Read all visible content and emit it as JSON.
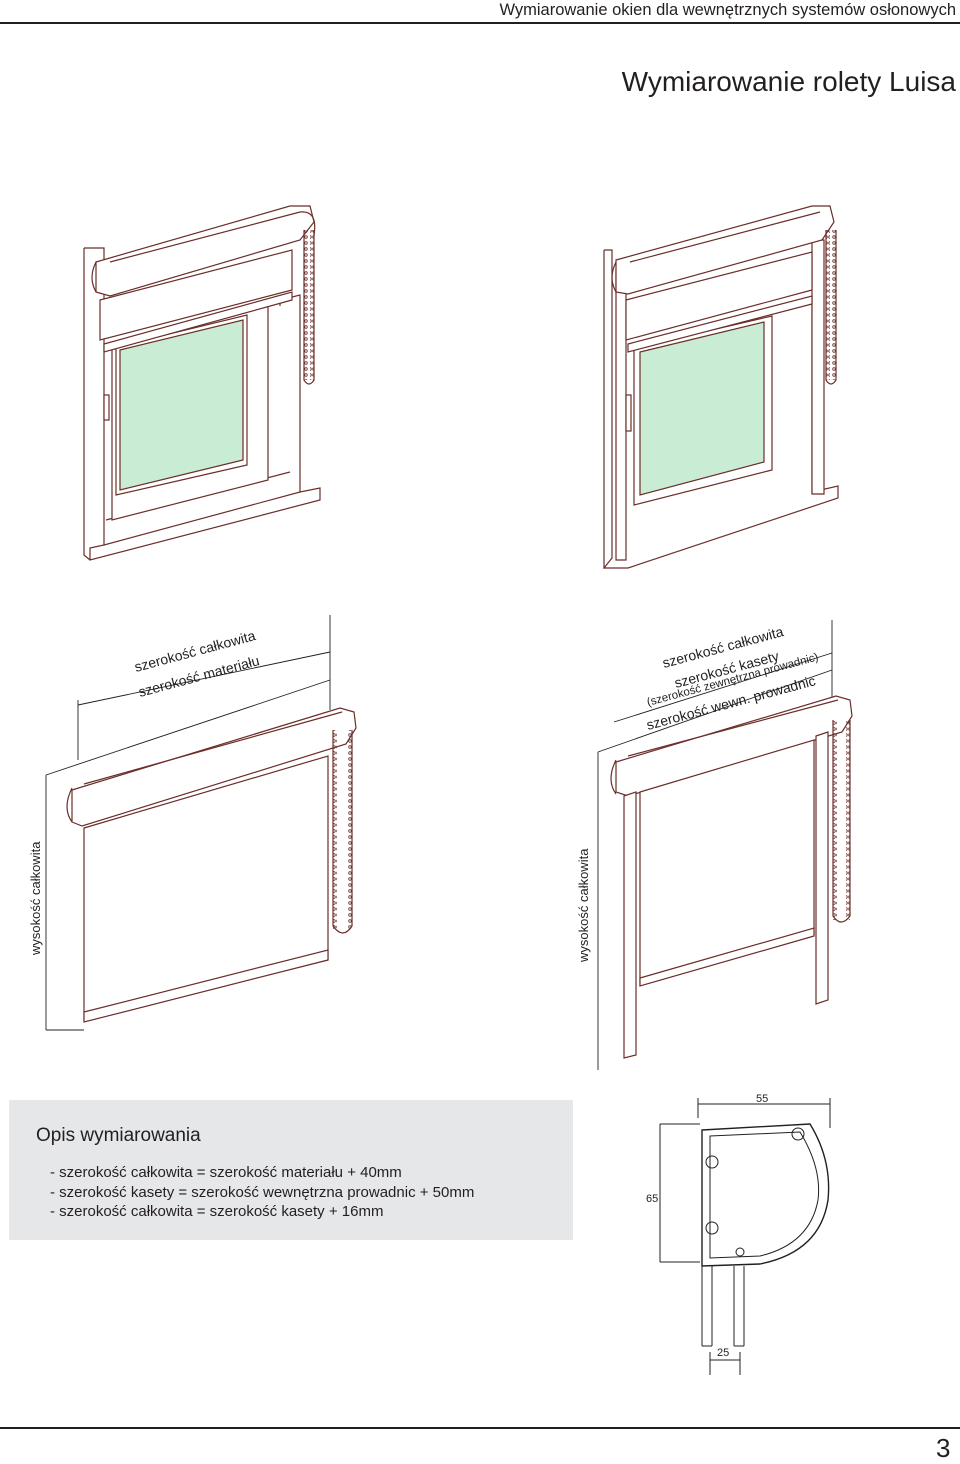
{
  "header": {
    "title": "Wymiarowanie okien dla wewnętrznych systemów osłonowych"
  },
  "section": {
    "title": "Wymiarowanie rolety Luisa"
  },
  "diagram_left": {
    "width_total": "szerokość całkowita",
    "width_material": "szerokość materiału",
    "height_total": "wysokość całkowita"
  },
  "diagram_right": {
    "width_total": "szerokość całkowita",
    "width_cassette": "szerokość kasety",
    "width_rails_outer": "(szerokość zewnętrzna prowadnic)",
    "width_rails_inner": "szerokość wewn. prowadnic",
    "height_total": "wysokość całkowita"
  },
  "description": {
    "heading": "Opis wymiarowania",
    "formulas": [
      "- szerokość całkowita = szerokość materiału + 40mm",
      "- szerokość kasety = szerokość wewnętrzna prowadnic + 50mm",
      "- szerokość całkowita = szerokość kasety + 16mm"
    ]
  },
  "profile": {
    "width_top": "55",
    "height": "65",
    "width_bottom": "25"
  },
  "colors": {
    "glass": "#c9ecd4",
    "line": "#6b2e2a",
    "panel": "#e6e7e8"
  },
  "footer": {
    "page_number": "3"
  }
}
